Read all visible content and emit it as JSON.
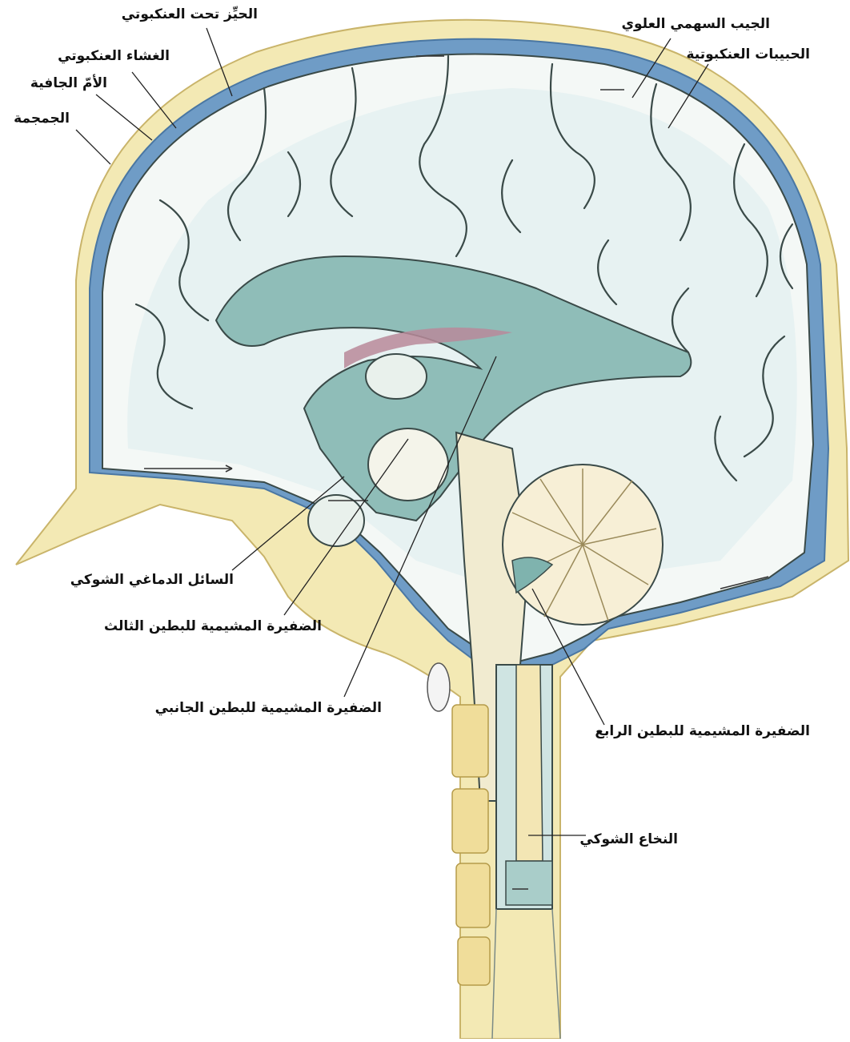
{
  "labels": {
    "subarachnoid_space": "الحيِّز تحت العنكبوتي",
    "arachnoid": "الغشاء العنكبوتي",
    "dura_mater": "الأمّ الجافية",
    "skull": "الجمجمة",
    "superior_sagittal_sinus": "الجيب السهمي العلوي",
    "arachnoid_granulations": "الحبيبات العنكبوتية",
    "csf": "السائل الدماغي الشوكي",
    "choroid_third": "الضفيرة المشيمية للبطين الثالث",
    "choroid_lateral": "الضفيرة المشيمية للبطين الجانبي",
    "choroid_fourth": "الضفيرة المشيمية للبطين الرابع",
    "spinal_cord": "النخاع الشوكي"
  },
  "colors": {
    "bone": "#f3e9b4",
    "bone_dark": "#e2cf84",
    "dura_blue": "#5f8fbd",
    "csf_teal": "#9cc9c5",
    "brain_fill": "#f4f8f6",
    "ventricle_teal": "#7fb3ae",
    "choroid_pink": "#b98a9a",
    "cerebellum": "#f7efd6",
    "outline": "#3a4a48",
    "leader": "#222222"
  }
}
